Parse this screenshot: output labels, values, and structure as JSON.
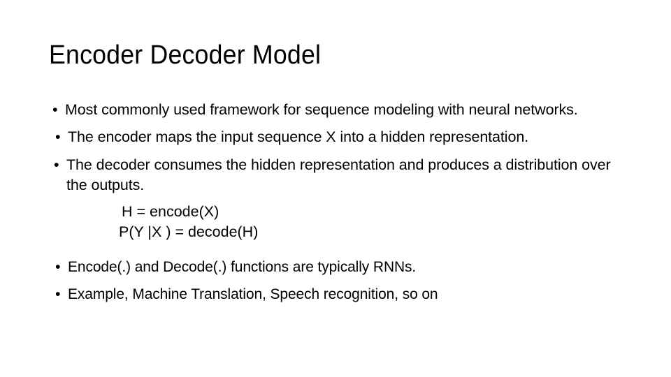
{
  "slide": {
    "title": "Encoder Decoder Model",
    "background_color": "#ffffff",
    "text_color": "#000000",
    "bullet_glyph": "•",
    "bullets": [
      {
        "id": "bullet-1",
        "text": "Most commonly used framework for sequence modeling with neural networks."
      },
      {
        "id": "bullet-2",
        "text": "The encoder maps the input sequence X into a hidden representation."
      },
      {
        "id": "bullet-3",
        "text": "The decoder consumes the hidden representation and produces a distribution over the outputs."
      },
      {
        "id": "bullet-4",
        "text": "Encode(.) and Decode(.) functions are typically RNNs."
      },
      {
        "id": "bullet-5",
        "text": "Example, Machine Translation, Speech recognition, so on"
      }
    ],
    "equations": [
      {
        "id": "equation-encode",
        "text": "H = encode(X)"
      },
      {
        "id": "equation-decode",
        "text": "P(Y |X ) = decode(H)"
      }
    ]
  }
}
